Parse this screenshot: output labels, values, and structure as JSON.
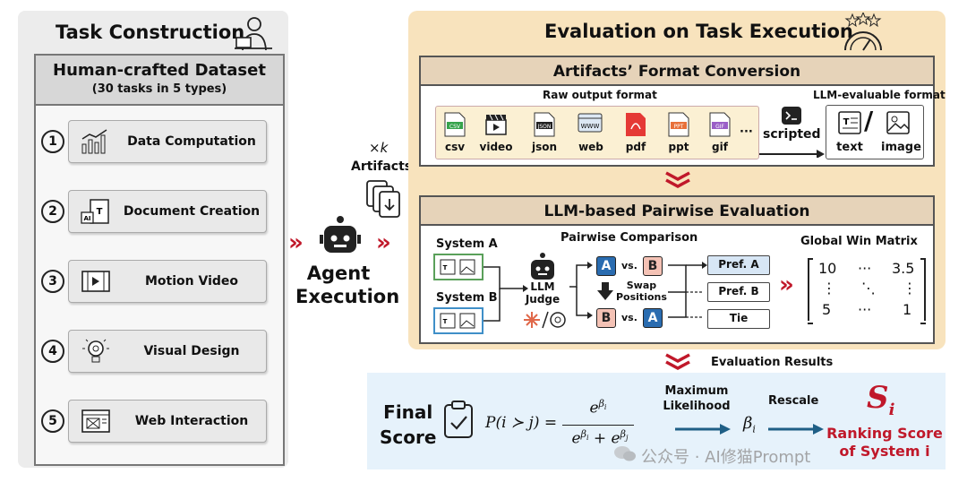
{
  "left": {
    "title": "Task Construction",
    "dataset_title": "Human-crafted Dataset",
    "dataset_sub": "(30 tasks in 5 types)",
    "tasks": [
      {
        "num": "1",
        "label": "Data Computation",
        "icon": "bar-chart-icon"
      },
      {
        "num": "2",
        "label": "Document Creation",
        "icon": "document-ai-icon"
      },
      {
        "num": "3",
        "label": "Motion Video",
        "icon": "film-icon"
      },
      {
        "num": "4",
        "label": "Visual Design",
        "icon": "lightbulb-gear-icon"
      },
      {
        "num": "5",
        "label": "Web Interaction",
        "icon": "webpage-icon"
      }
    ]
  },
  "middle": {
    "times": "×k",
    "artifacts": "Artifacts",
    "agent_line1": "Agent",
    "agent_line2": "Execution"
  },
  "right": {
    "title": "Evaluation on Task Execution",
    "conversion_title": "Artifacts’ Format Conversion",
    "raw_label": "Raw output format",
    "llm_label": "LLM-evaluable format",
    "formats": [
      "csv",
      "video",
      "json",
      "web",
      "pdf",
      "ppt",
      "gif"
    ],
    "ellipsis": "···",
    "scripted": "scripted",
    "evaluable": [
      "text",
      "image"
    ],
    "pairwise_title": "LLM-based Pairwise Evaluation",
    "system_a": "System A",
    "system_b": "System B",
    "comparison_title": "Pairwise Comparison",
    "judge": "LLM\nJudge",
    "chip_a": "A",
    "chip_b": "B",
    "vs": "vs.",
    "swap": "Swap\nPositions",
    "prefs": [
      "Pref. A",
      "Pref. B",
      "Tie"
    ],
    "matrix_title": "Global Win Matrix",
    "matrix": [
      [
        "10",
        "···",
        "3.5"
      ],
      [
        "⋮",
        "⋱",
        "⋮"
      ],
      [
        "5",
        "···",
        "1"
      ]
    ],
    "eval_results": "Evaluation Results"
  },
  "final": {
    "label_line1": "Final",
    "label_line2": "Score",
    "ml_line1": "Maximum",
    "ml_line2": "Likelihood",
    "rescale": "Rescale",
    "beta": "β",
    "beta_sub": "i",
    "s": "S",
    "s_sub": "i",
    "ranking_line1": "Ranking Score",
    "ranking_line2": "of System i",
    "watermark": "公众号 · AI修猫Prompt"
  },
  "colors": {
    "accent_red": "#c0182a",
    "panel_orange": "#f8e3bd",
    "final_blue": "#e6f2fb",
    "chip_blue": "#2a6cb0",
    "chip_pink": "#f4c2b5",
    "pref_a_fill": "#d7e6f5",
    "sys_a_green": "#5aa05a",
    "sys_b_blue": "#3f8fc8"
  }
}
